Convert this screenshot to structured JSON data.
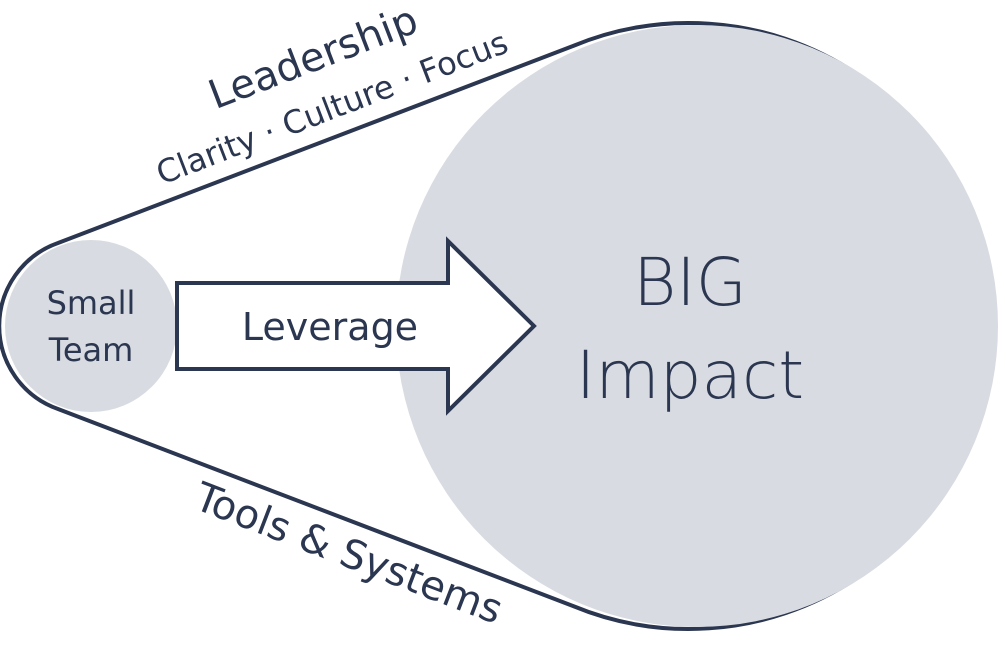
{
  "diagram": {
    "small_node": {
      "line1": "Small",
      "line2": "Team"
    },
    "arrow": {
      "label": "Leverage"
    },
    "big_node": {
      "line1": "BIG",
      "line2": "Impact"
    },
    "top_edge": {
      "title": "Leadership",
      "subtitle": "Clarity · Culture · Focus"
    },
    "bottom_edge": {
      "title": "Tools & Systems"
    }
  },
  "colors": {
    "ink": "#2b3650",
    "node_fill": "#d8dbe1",
    "arrow_fill": "#ffffff",
    "background": "#ffffff"
  }
}
